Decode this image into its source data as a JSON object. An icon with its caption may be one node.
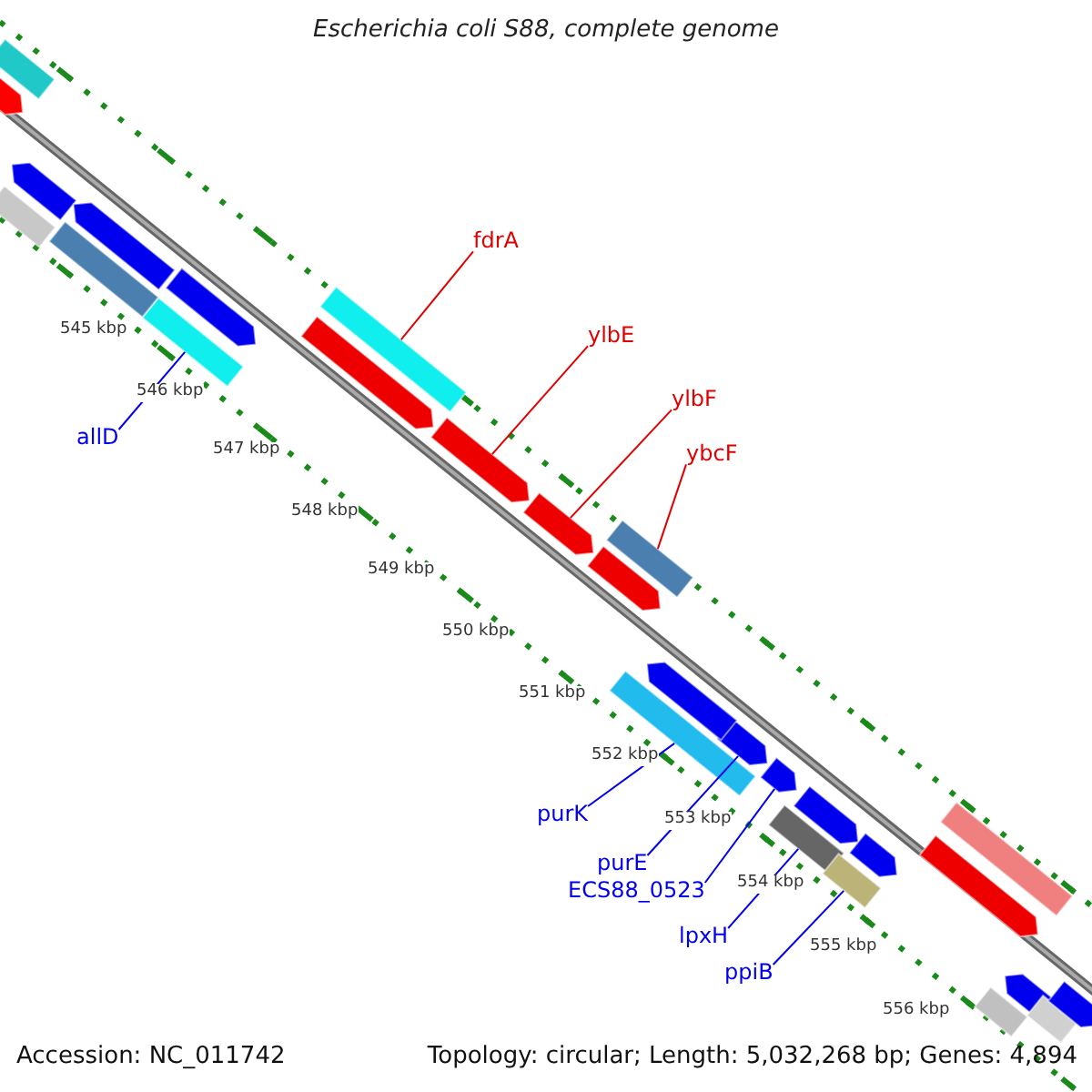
{
  "diagram": {
    "title": "Escherichia coli S88, complete genome",
    "nodes": [
      {
        "text": [
          "fdrA"
        ]
      },
      {
        "text": [],
        "shape": "bar"
      },
      {
        "text": [
          "ylbE"
        ]
      },
      {
        "text": [],
        "shape": "bar"
      },
      {
        "text": [
          "ylbF"
        ]
      },
      {
        "text": [],
        "shape": "bar"
      },
      {
        "text": [
          "ybcF"
        ]
      },
      {
        "text": [],
        "shape": "bar"
      },
      {
        "text": [
          "allD"
        ]
      },
      {
        "text": [],
        "shape": "bar"
      },
      {
        "text": [
          "purK"
        ]
      },
      {
        "text": [],
        "shape": "bar"
      },
      {
        "text": [
          "purE"
        ]
      },
      {
        "text": [],
        "shape": "bar"
      },
      {
        "text": [
          "ECS88_0523"
        ]
      },
      {
        "text": [],
        "shape": "bar"
      },
      {
        "text": [
          "lpxH"
        ]
      },
      {
        "text": [],
        "shape": "bar"
      },
      {
        "text": [
          "ppiB"
        ]
      },
      {
        "text": [],
        "shape": "bar"
      },
      {
        "text": [],
        "shape": "bar"
      },
      {
        "text": [],
        "shape": "bar"
      },
      {
        "text": [],
        "shape": "bar"
      },
      {
        "text": [],
        "shape": "bar"
      },
      {
        "text": [],
        "shape": "bar"
      },
      {
        "text": [],
        "shape": "bar"
      },
      {
        "text": [],
        "shape": "bar"
      },
      {
        "text": [],
        "shape": "bar"
      },
      {
        "text": [],
        "shape": "bar"
      },
      {
        "text": [],
        "shape": "bar"
      },
      {
        "text": [],
        "shape": "bar"
      },
      {
        "text": [],
        "shape": "bar"
      },
      {
        "text": [],
        "shape": "bar"
      },
      {
        "text": [],
        "shape": "bar"
      },
      {
        "text": [],
        "shape": "bar"
      },
      {
        "text": [],
        "shape": "bar"
      },
      {
        "text": [],
        "shape": "bar"
      },
      {
        "text": [],
        "shape": "bar"
      }
    ],
    "edges": [
      {
        "from": 0,
        "to": 1,
        "arrow": "none",
        "color": "#e00000"
      },
      {
        "from": 2,
        "to": 3,
        "arrow": "none",
        "color": "#e00000"
      },
      {
        "from": 4,
        "to": 5,
        "arrow": "none",
        "color": "#e00000"
      },
      {
        "from": 6,
        "to": 7,
        "arrow": "none",
        "color": "#e00000"
      },
      {
        "from": 8,
        "to": 9,
        "arrow": "none"
      },
      {
        "from": 10,
        "to": 11,
        "arrow": "none"
      },
      {
        "from": 12,
        "to": 13,
        "arrow": "none"
      },
      {
        "from": 14,
        "to": 15,
        "arrow": "none"
      },
      {
        "from": 16,
        "to": 17,
        "arrow": "none"
      },
      {
        "from": 18,
        "to": 19,
        "arrow": "none"
      }
    ],
    "labels": [
      "545 kbp",
      "546 kbp",
      "547 kbp",
      "548 kbp",
      "549 kbp",
      "550 kbp",
      "551 kbp",
      "552 kbp",
      "553 kbp",
      "554 kbp",
      "555 kbp",
      "556 kbp",
      "Accession: NC_011742",
      "Topology: circular; Length: 5,032,268 bp; Genes: 4,894"
    ]
  }
}
